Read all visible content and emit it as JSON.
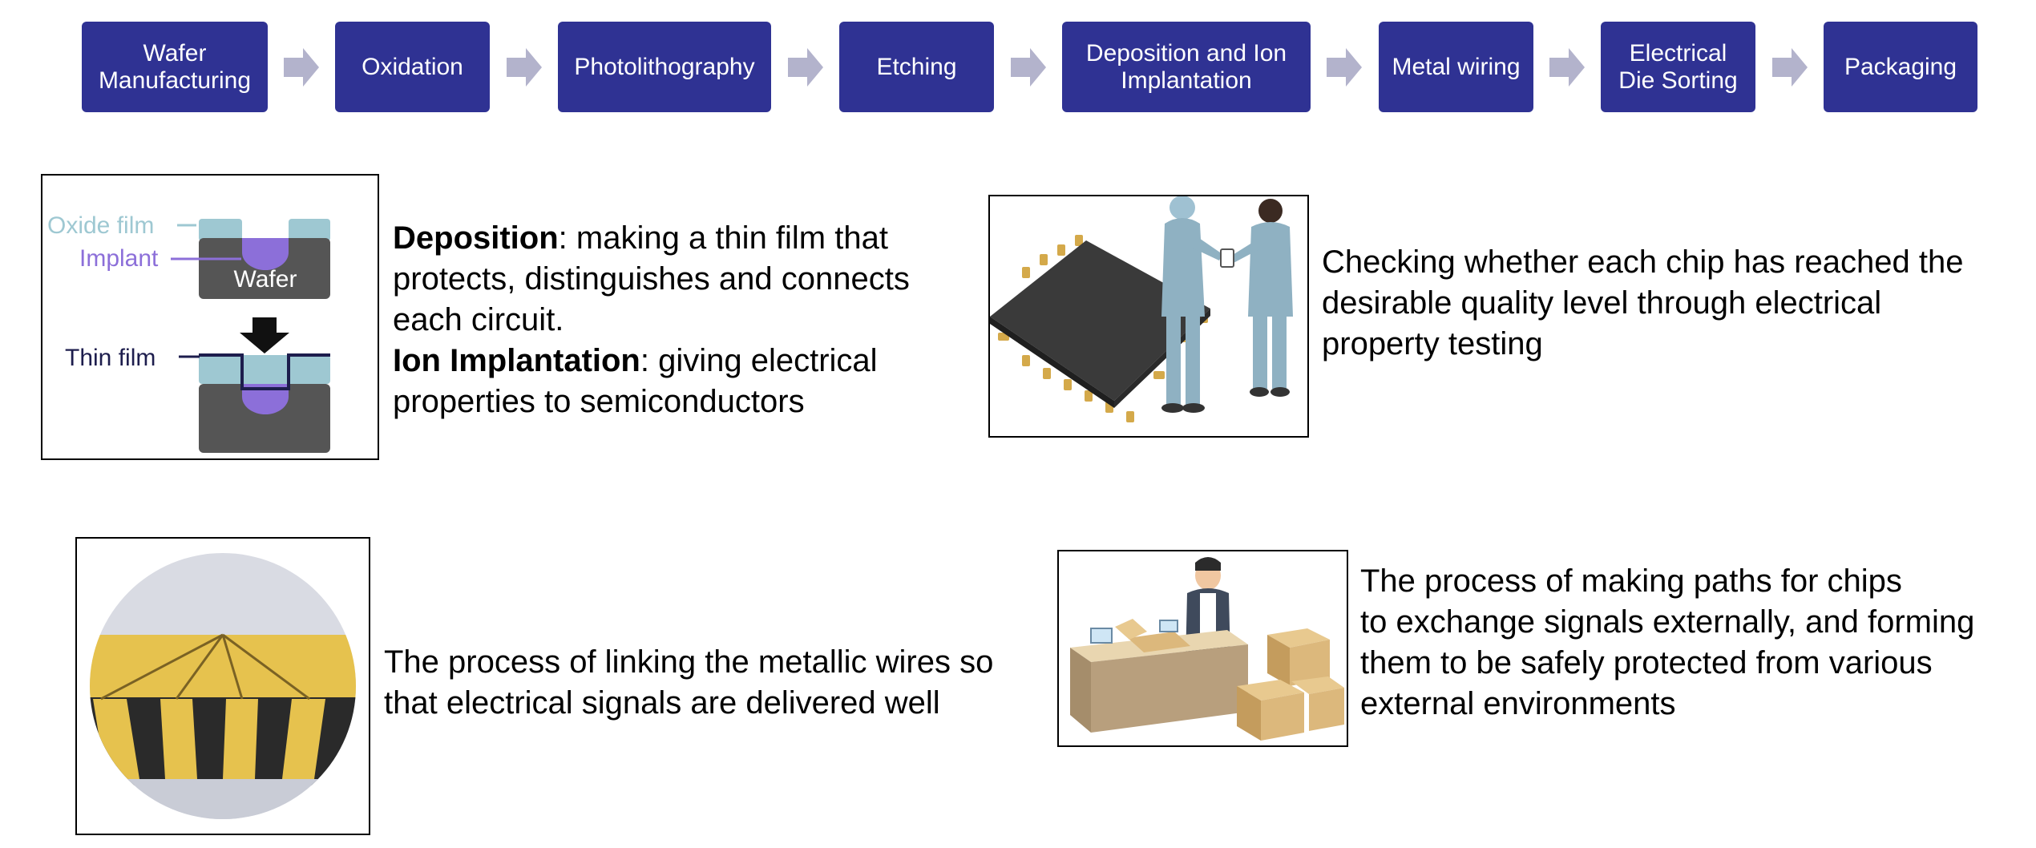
{
  "flow": {
    "steps": [
      {
        "label": "Wafer\nManufacturing"
      },
      {
        "label": "Oxidation"
      },
      {
        "label": "Photolithography"
      },
      {
        "label": "Etching"
      },
      {
        "label": "Deposition and Ion\nImplantation"
      },
      {
        "label": "Metal wiring"
      },
      {
        "label": "Electrical\nDie Sorting"
      },
      {
        "label": "Packaging"
      }
    ]
  },
  "diagram": {
    "oxide_label": "Oxide film",
    "implant_label": "Implant",
    "wafer_label": "Wafer",
    "thin_film_label": "Thin film"
  },
  "deposition": {
    "term1": "Deposition",
    "def1_line1": ": making a thin film that",
    "def1_line2": "protects, distinguishes and connects",
    "def1_line3": "each circuit.",
    "term2": "Ion Implantation",
    "def2_line1": ": giving electrical",
    "def2_line2": "properties to semiconductors"
  },
  "sorting": {
    "line1": "Checking whether each chip has reached the",
    "line2": "desirable quality level through electrical",
    "line3": "property testing"
  },
  "wiring": {
    "line1": "The process of linking the metallic wires so",
    "line2": "that electrical signals are delivered well"
  },
  "packaging": {
    "line1": "The process of making paths for chips",
    "line2": "to exchange signals externally, and forming",
    "line3": "them to be safely protected from various",
    "line4": "external environments"
  },
  "colors": {
    "step_fill": "#2f3293",
    "arrow_fill": "#b3b3cc",
    "oxide": "#9ec8d2",
    "wafer": "#555555",
    "implant": "#8c6fd9",
    "chip": "#3a3a3a",
    "pins": "#d4a94a",
    "worker": "#8fb1c2",
    "gold": "#e6c24e",
    "box": "#dcb87c"
  }
}
